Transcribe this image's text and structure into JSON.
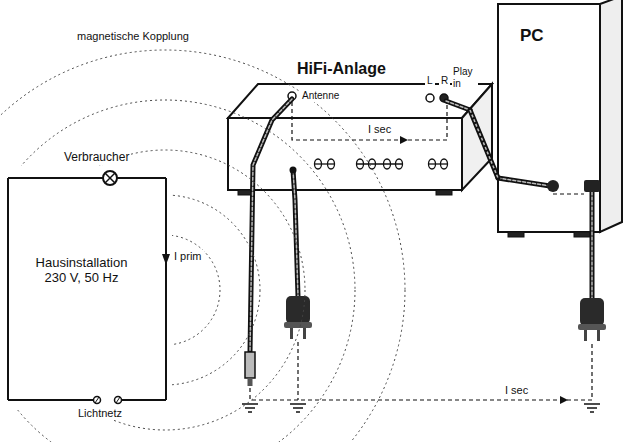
{
  "diagram": {
    "nodes": [
      {
        "text": [
          "Hausinstallation 230 V, 50 Hz"
        ]
      },
      {
        "text": [
          "HiFi-Anlage"
        ]
      },
      {
        "text": [
          "PC"
        ]
      }
    ],
    "edges": [
      {
        "from": 1,
        "to": 2,
        "arrow": "none"
      }
    ],
    "labels": [
      "magnetische Kopplung",
      "Verbraucher",
      "I prim",
      "Lichtnetz",
      "Antenne",
      "L",
      "R",
      "Play in",
      "I sec",
      "I sec"
    ]
  }
}
